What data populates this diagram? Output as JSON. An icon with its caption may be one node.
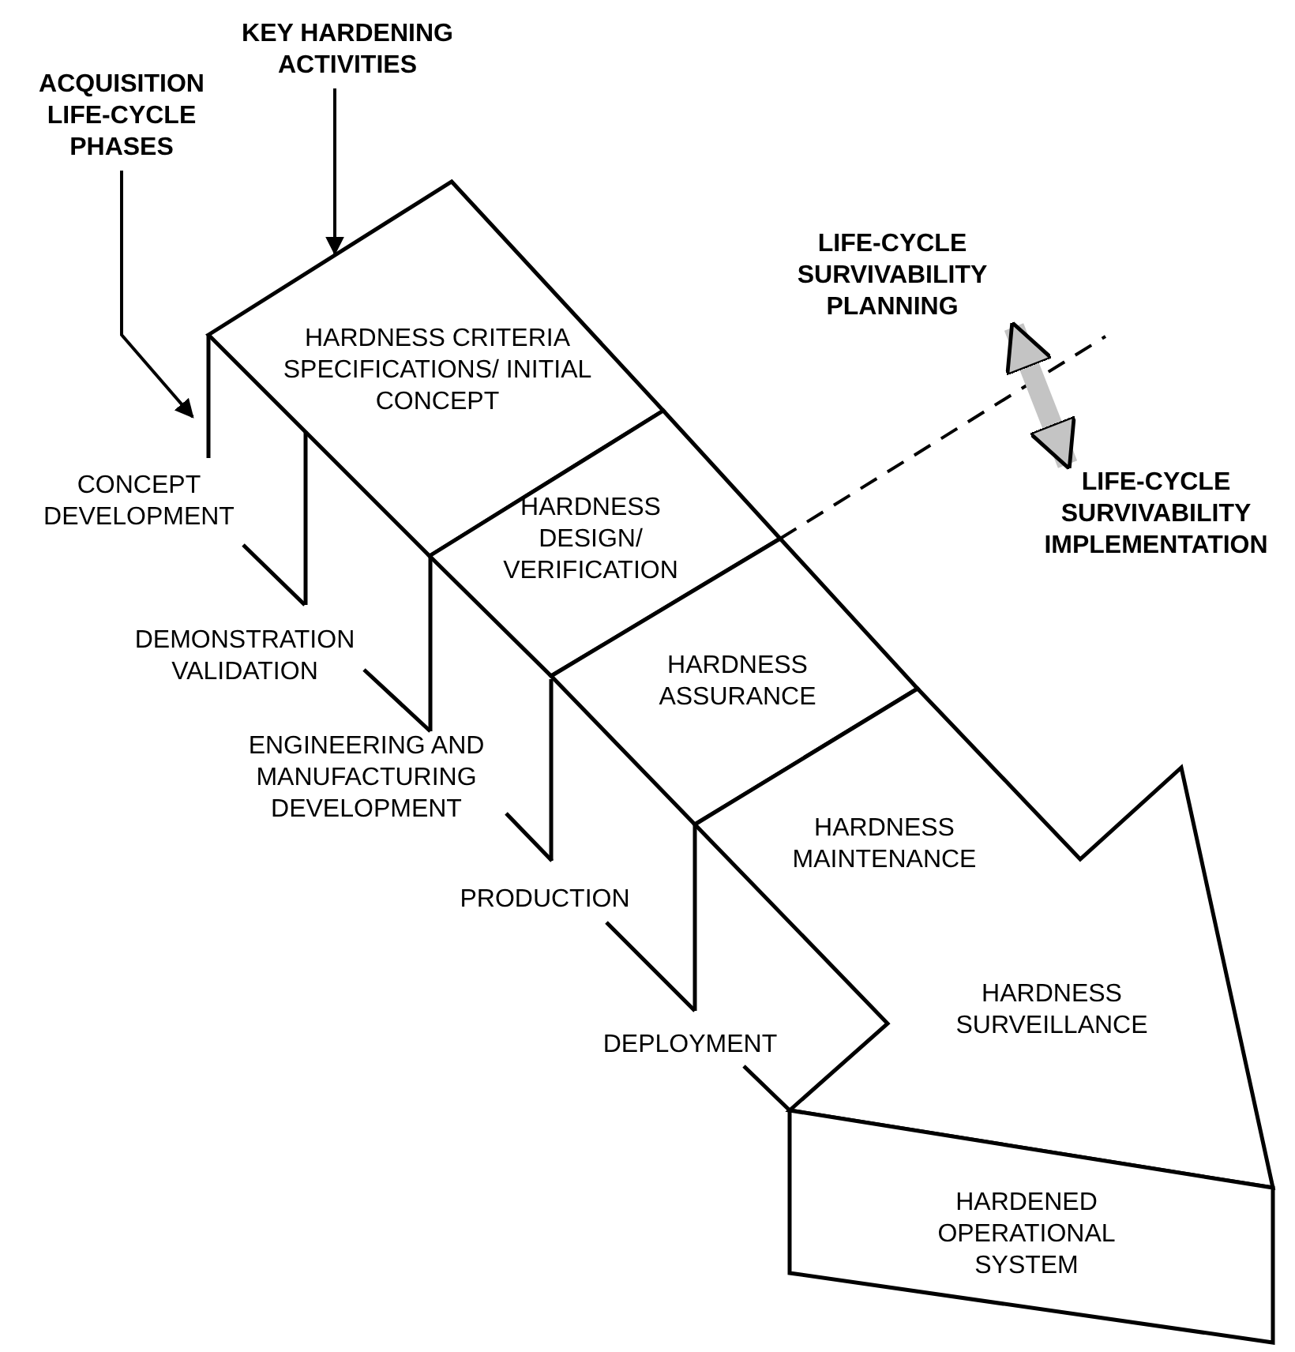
{
  "diagram": {
    "nodes": [
      {
        "text": [
          "ACQUISITION LIFE-CYCLE PHASES"
        ]
      },
      {
        "text": [
          "KEY HARDENING ACTIVITIES"
        ]
      },
      {
        "text": [
          "HARDNESS CRITERIA SPECIFICATIONS/ INITIAL CONCEPT"
        ]
      },
      {
        "text": [
          "HARDNESS DESIGN/ VERIFICATION"
        ]
      },
      {
        "text": [
          "HARDNESS ASSURANCE"
        ]
      },
      {
        "text": [
          "HARDNESS MAINTENANCE",
          "HARDNESS SURVEILLANCE"
        ]
      },
      {
        "text": [
          "HARDENED OPERATIONAL SYSTEM"
        ]
      },
      {
        "text": [
          "LIFE-CYCLE SURVIVABILITY PLANNING"
        ]
      },
      {
        "text": [
          "LIFE-CYCLE SURVIVABILITY IMPLEMENTATION"
        ]
      },
      {
        "text": [
          "CONCEPT DEVELOPMENT"
        ]
      },
      {
        "text": [
          "DEMONSTRATION VALIDATION"
        ]
      },
      {
        "text": [
          "ENGINEERING AND MANUFACTURING DEVELOPMENT"
        ]
      },
      {
        "text": [
          "PRODUCTION"
        ]
      },
      {
        "text": [
          "DEPLOYMENT"
        ]
      }
    ],
    "edges": [
      {
        "from": 0,
        "to": 9,
        "arrow": "to"
      },
      {
        "from": 1,
        "to": 2,
        "arrow": "to"
      },
      {
        "from": 3,
        "to": null,
        "arrow": "none",
        "style": "dashed"
      },
      {
        "from": 7,
        "to": 8,
        "arrow": "both",
        "style": "thick",
        "color": "#c4c4c4"
      }
    ]
  }
}
